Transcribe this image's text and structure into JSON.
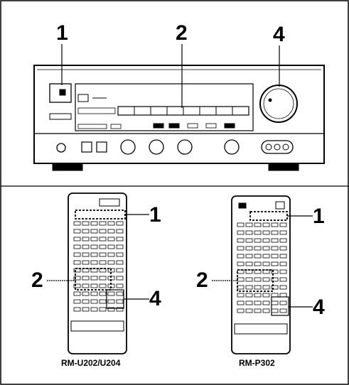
{
  "callouts": {
    "receiver": [
      "1",
      "2",
      "4"
    ],
    "remote_left": [
      "1",
      "2",
      "4"
    ],
    "remote_right": [
      "1",
      "2",
      "4"
    ]
  },
  "models": {
    "left": "RM-U202/U204",
    "right": "RM-P302"
  }
}
